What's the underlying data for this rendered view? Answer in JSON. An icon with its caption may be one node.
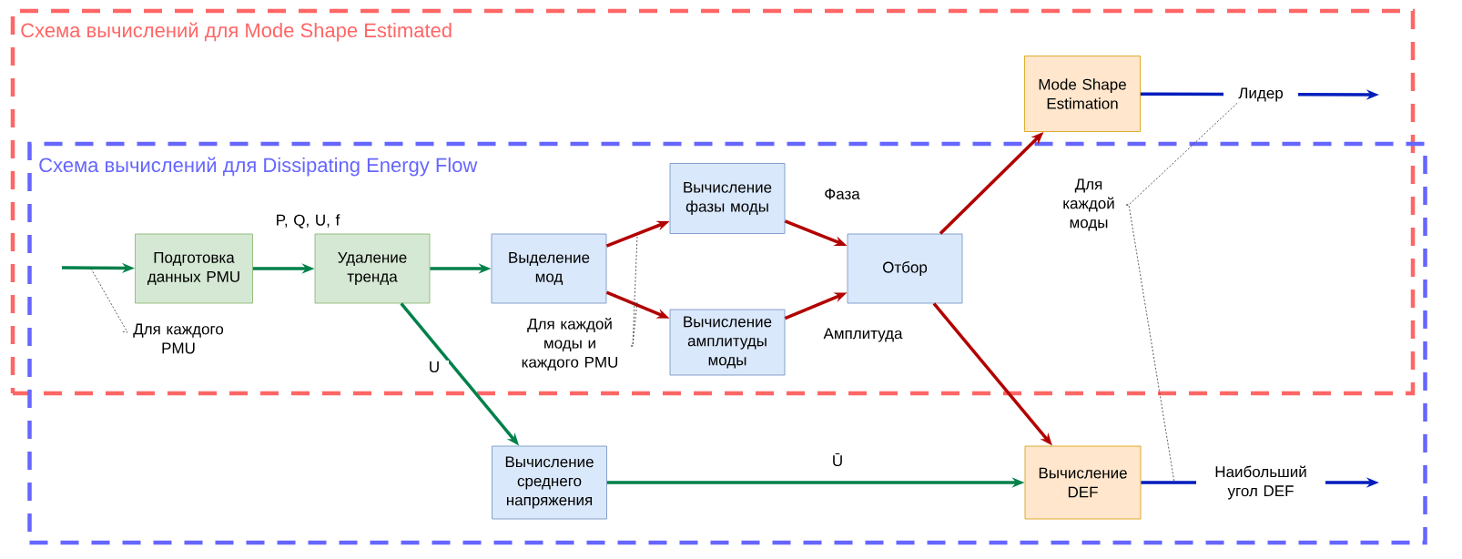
{
  "diagram": {
    "nodes": [
      {
        "text": [],
        "shape": "box"
      },
      {
        "text": [],
        "shape": "box"
      },
      {
        "text": [
          "Подготовка данных PMU"
        ]
      },
      {
        "text": [
          "Удаление тренда"
        ]
      },
      {
        "text": [
          "Выделение мод"
        ]
      },
      {
        "text": [
          "Вычисление фазы моды"
        ]
      },
      {
        "text": [
          "Вычисление амплитуды моды"
        ]
      },
      {
        "text": [
          "Отбор"
        ]
      },
      {
        "text": [
          "Mode Shape Estimation"
        ],
        "in": 0
      },
      {
        "text": [
          "Вычисление среднего напряжения"
        ],
        "in": 1
      },
      {
        "text": [
          "Вычисление DEF"
        ],
        "in": 1
      },
      {
        "text": [
          "Для каждого PMU"
        ]
      },
      {
        "text": [
          "Для каждой моды и каждого PMU"
        ]
      },
      {
        "text": [
          "Для каждой моды"
        ]
      }
    ],
    "edges": [
      {
        "from": null,
        "to": 2,
        "arrow": "to",
        "color": "#00804a"
      },
      {
        "from": 2,
        "to": 3,
        "arrow": "to",
        "color": "#00804a",
        "label": "P, Q, U, f"
      },
      {
        "from": 3,
        "to": 4,
        "arrow": "to",
        "color": "#00804a"
      },
      {
        "from": 3,
        "to": 9,
        "arrow": "to",
        "color": "#00804a",
        "label": "U"
      },
      {
        "from": 4,
        "to": 5,
        "arrow": "to"
      },
      {
        "from": 4,
        "to": 6,
        "arrow": "to"
      },
      {
        "from": 5,
        "to": 7,
        "arrow": "to",
        "label": "Фаза"
      },
      {
        "from": 6,
        "to": 7,
        "arrow": "to",
        "label": "Амплитуда"
      },
      {
        "from": 7,
        "to": 8,
        "arrow": "to"
      },
      {
        "from": 7,
        "to": 10,
        "arrow": "to"
      },
      {
        "from": 9,
        "to": 10,
        "arrow": "to",
        "color": "#00804a",
        "label": "Ū"
      },
      {
        "from": 8,
        "to": null,
        "arrow": "to",
        "color": "#001dbc",
        "label": "Лидер"
      },
      {
        "from": 10,
        "to": null,
        "arrow": "to",
        "color": "#001dbc",
        "label": "Наибольший угол DEF"
      },
      {
        "from": 11,
        "to": null,
        "arrow": "none",
        "style": "dashed",
        "color": "#333333"
      },
      {
        "from": 12,
        "to": null,
        "arrow": "none",
        "style": "dashed",
        "color": "#333333"
      },
      {
        "from": 12,
        "to": null,
        "arrow": "none",
        "style": "dashed",
        "color": "#333333"
      },
      {
        "from": 13,
        "to": null,
        "arrow": "none",
        "style": "dashed",
        "color": "#333333"
      },
      {
        "from": 13,
        "to": null,
        "arrow": "none",
        "style": "dashed",
        "color": "#333333"
      }
    ],
    "labels": [
      "Схема вычислений для Mode Shape Estimated",
      "Схема вычислений для Dissipating Energy Flow"
    ]
  }
}
